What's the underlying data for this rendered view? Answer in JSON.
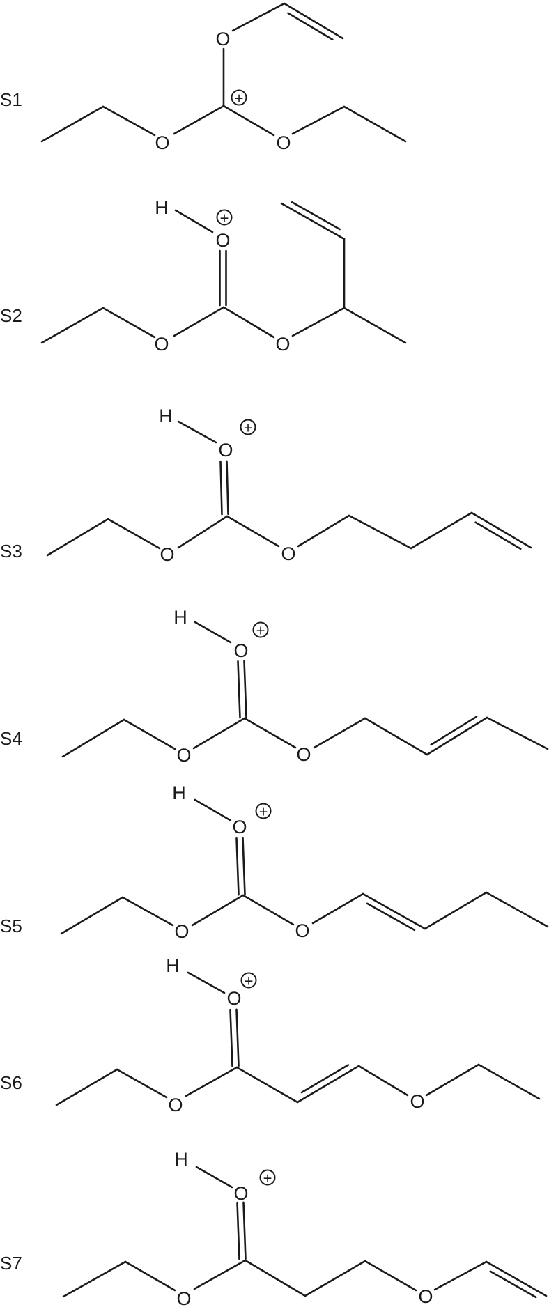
{
  "structures": [
    {
      "label": "S1"
    },
    {
      "label": "S2"
    },
    {
      "label": "S3"
    },
    {
      "label": "S4"
    },
    {
      "label": "S5"
    },
    {
      "label": "S6"
    },
    {
      "label": "S7"
    }
  ],
  "atoms": {
    "oxygen": "O",
    "hydrogen": "H",
    "positive_charge": "+"
  },
  "colors": {
    "ink": "#1a1a1a",
    "background": "#ffffff"
  }
}
